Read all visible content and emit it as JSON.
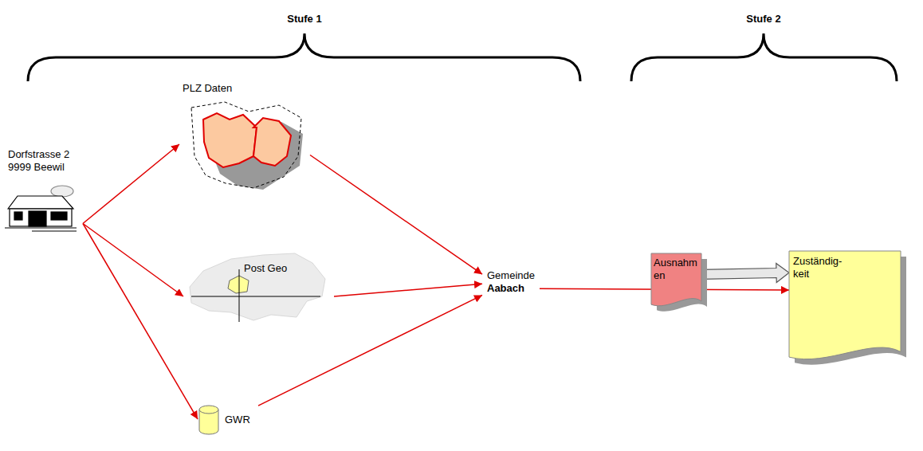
{
  "diagram": {
    "nodes": [
      {
        "text": [
          "Dorfstrasse 2 9999 Beewil"
        ]
      },
      {
        "text": [
          "PLZ Daten"
        ]
      },
      {
        "text": [
          "Post Geo"
        ]
      },
      {
        "text": [
          "GWR"
        ]
      },
      {
        "text": [
          "Gemeinde",
          "Aabach"
        ]
      },
      {
        "text": [
          "Ausnahmen"
        ]
      },
      {
        "text": [
          "Zuständig- keit"
        ]
      }
    ],
    "edges": [
      {
        "from": 0,
        "to": 1,
        "arrow": "to"
      },
      {
        "from": 0,
        "to": 2,
        "arrow": "to"
      },
      {
        "from": 0,
        "to": 3,
        "arrow": "to"
      },
      {
        "from": 1,
        "to": 4,
        "arrow": "to"
      },
      {
        "from": 2,
        "to": 4,
        "arrow": "to"
      },
      {
        "from": 3,
        "to": 4,
        "arrow": "to"
      },
      {
        "from": 4,
        "to": 6,
        "arrow": "to"
      },
      {
        "from": 5,
        "to": 6,
        "arrow": "to"
      }
    ],
    "labels": [
      "Stufe 1",
      "Stufe 2"
    ]
  }
}
